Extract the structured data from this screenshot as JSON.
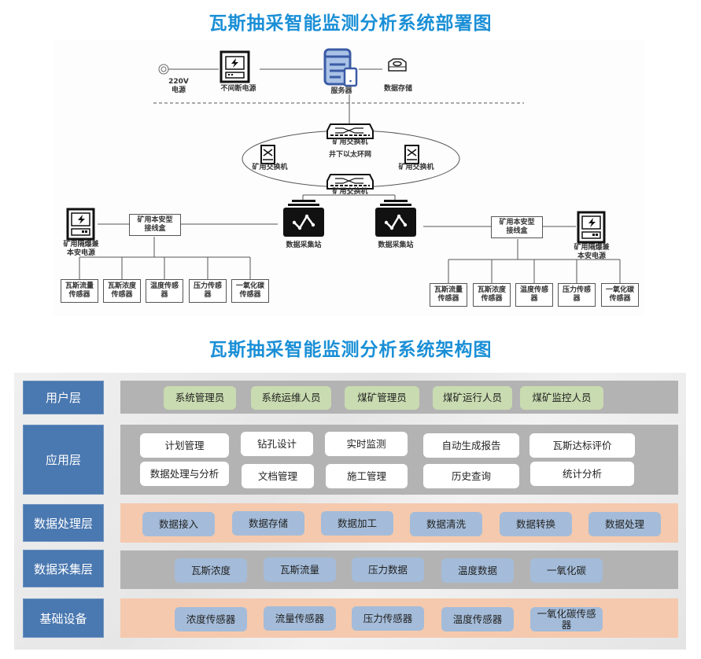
{
  "deployment": {
    "title": "瓦斯抽采智能监测分析系统部署图",
    "power_220v": "220V",
    "power_220v_label": "电源",
    "ups_label": "不间断电源",
    "server_label": "服务器",
    "storage_label": "数据存储",
    "ring_network_label": "井下以太环网",
    "switch_top_label": "矿用交换机",
    "switch_left_label": "矿用交换机",
    "switch_right_label": "矿用交换机",
    "switch_bottom_label": "矿用交换机",
    "station_left_label": "数据采集站",
    "station_right_label": "数据采集站",
    "left_power_label_line1": "矿用隔爆兼",
    "left_power_label_line2": "本安电源",
    "right_power_label_line1": "矿用隔爆兼",
    "right_power_label_line2": "本安电源",
    "junction_left_line1": "矿用本安型",
    "junction_left_line2": "接线盒",
    "junction_right_line1": "矿用本安型",
    "junction_right_line2": "接线盒",
    "sensors_left": [
      {
        "line1": "瓦斯流量",
        "line2": "传感器"
      },
      {
        "line1": "瓦斯浓度",
        "line2": "传感器"
      },
      {
        "line1": "温度传感",
        "line2": "器"
      },
      {
        "line1": "压力传感",
        "line2": "器"
      },
      {
        "line1": "一氧化碳",
        "line2": "传感器"
      }
    ],
    "sensors_right": [
      {
        "line1": "瓦斯流量",
        "line2": "传感器"
      },
      {
        "line1": "瓦斯浓度",
        "line2": "传感器"
      },
      {
        "line1": "温度传感",
        "line2": "器"
      },
      {
        "line1": "压力传感",
        "line2": "器"
      },
      {
        "line1": "一氧化碳",
        "line2": "传感器"
      }
    ]
  },
  "architecture": {
    "title": "瓦斯抽采智能监测分析系统架构图",
    "layers": [
      {
        "label": "用户层",
        "items": [
          "系统管理员",
          "系统运维人员",
          "煤矿管理员",
          "煤矿运行人员",
          "煤矿监控人员"
        ]
      },
      {
        "label": "应用层",
        "items_row1": [
          "计划管理",
          "钻孔设计",
          "实时监测",
          "自动生成报告",
          "瓦斯达标评价"
        ],
        "items_row2": [
          "数据处理与分析",
          "文档管理",
          "施工管理",
          "历史查询",
          "统计分析"
        ]
      },
      {
        "label": "数据处理层",
        "items": [
          "数据接入",
          "数据存储",
          "数据加工",
          "数据清洗",
          "数据转换",
          "数据处理"
        ]
      },
      {
        "label": "数据采集层",
        "items": [
          "瓦斯浓度",
          "瓦斯流量",
          "压力数据",
          "温度数据",
          "一氧化碳"
        ]
      },
      {
        "label": "基础设备",
        "items": [
          "浓度传感器",
          "流量传感器",
          "压力传感器",
          "温度传感器",
          "一氧化碳传感器"
        ]
      }
    ]
  },
  "colors": {
    "title_blue": "#1a8fd6",
    "layer_label_blue": "#4a78b0",
    "band_gray": "#b3b3b3",
    "band_peach": "#f5c9ad",
    "chip_green": "#c9dbb0",
    "chip_blue": "#a4bcd9",
    "server_blue": "#3b5ba5"
  }
}
